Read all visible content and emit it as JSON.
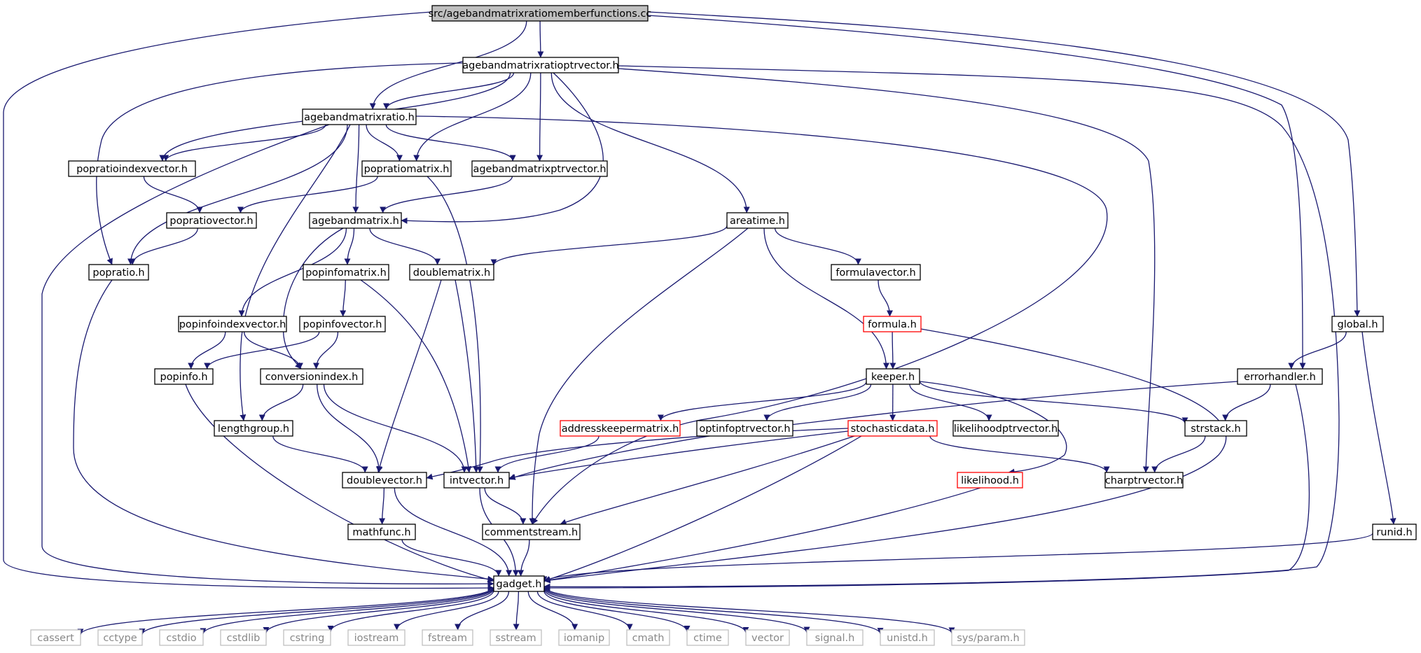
{
  "colors": {
    "edge": "#191970",
    "box_border": "#000000",
    "truncated_border": "#ff0000",
    "external_border": "#bfbfbf",
    "root_fill": "#bfbfbf",
    "node_fill": "#ffffff",
    "text": "#000000",
    "external_text": "#888888"
  },
  "nodes": [
    {
      "id": "root",
      "label": "src/agebandmatrixratiomemberfunctions.cc",
      "kind": "root"
    },
    {
      "id": "agebandmatrixratioptrvector_h",
      "label": "agebandmatrixratioptrvector.h",
      "kind": "normal"
    },
    {
      "id": "agebandmatrixratio_h",
      "label": "agebandmatrixratio.h",
      "kind": "normal"
    },
    {
      "id": "popratioindexvector_h",
      "label": "popratioindexvector.h",
      "kind": "normal"
    },
    {
      "id": "popratiomatrix_h",
      "label": "popratiomatrix.h",
      "kind": "normal"
    },
    {
      "id": "agebandmatrixptrvector_h",
      "label": "agebandmatrixptrvector.h",
      "kind": "normal"
    },
    {
      "id": "popratiovector_h",
      "label": "popratiovector.h",
      "kind": "normal"
    },
    {
      "id": "agebandmatrix_h",
      "label": "agebandmatrix.h",
      "kind": "normal"
    },
    {
      "id": "areatime_h",
      "label": "areatime.h",
      "kind": "normal"
    },
    {
      "id": "popratio_h",
      "label": "popratio.h",
      "kind": "normal"
    },
    {
      "id": "popinfomatrix_h",
      "label": "popinfomatrix.h",
      "kind": "normal"
    },
    {
      "id": "doublematrix_h",
      "label": "doublematrix.h",
      "kind": "normal"
    },
    {
      "id": "formulavector_h",
      "label": "formulavector.h",
      "kind": "normal"
    },
    {
      "id": "popinfoindexvector_h",
      "label": "popinfoindexvector.h",
      "kind": "normal"
    },
    {
      "id": "popinfovector_h",
      "label": "popinfovector.h",
      "kind": "normal"
    },
    {
      "id": "formula_h",
      "label": "formula.h",
      "kind": "truncated"
    },
    {
      "id": "global_h",
      "label": "global.h",
      "kind": "normal"
    },
    {
      "id": "popinfo_h",
      "label": "popinfo.h",
      "kind": "normal"
    },
    {
      "id": "conversionindex_h",
      "label": "conversionindex.h",
      "kind": "normal"
    },
    {
      "id": "keeper_h",
      "label": "keeper.h",
      "kind": "normal"
    },
    {
      "id": "errorhandler_h",
      "label": "errorhandler.h",
      "kind": "normal"
    },
    {
      "id": "lengthgroup_h",
      "label": "lengthgroup.h",
      "kind": "normal"
    },
    {
      "id": "addresskeepermatrix_h",
      "label": "addresskeepermatrix.h",
      "kind": "truncated"
    },
    {
      "id": "optinfoptrvector_h",
      "label": "optinfoptrvector.h",
      "kind": "normal"
    },
    {
      "id": "stochasticdata_h",
      "label": "stochasticdata.h",
      "kind": "truncated"
    },
    {
      "id": "likelihoodptrvector_h",
      "label": "likelihoodptrvector.h",
      "kind": "normal"
    },
    {
      "id": "strstack_h",
      "label": "strstack.h",
      "kind": "normal"
    },
    {
      "id": "doublevector_h",
      "label": "doublevector.h",
      "kind": "normal"
    },
    {
      "id": "intvector_h",
      "label": "intvector.h",
      "kind": "normal"
    },
    {
      "id": "likelihood_h",
      "label": "likelihood.h",
      "kind": "truncated"
    },
    {
      "id": "charptrvector_h",
      "label": "charptrvector.h",
      "kind": "normal"
    },
    {
      "id": "mathfunc_h",
      "label": "mathfunc.h",
      "kind": "normal"
    },
    {
      "id": "commentstream_h",
      "label": "commentstream.h",
      "kind": "normal"
    },
    {
      "id": "runid_h",
      "label": "runid.h",
      "kind": "normal"
    },
    {
      "id": "gadget_h",
      "label": "gadget.h",
      "kind": "normal"
    },
    {
      "id": "cassert",
      "label": "cassert",
      "kind": "external"
    },
    {
      "id": "cctype",
      "label": "cctype",
      "kind": "external"
    },
    {
      "id": "cstdio",
      "label": "cstdio",
      "kind": "external"
    },
    {
      "id": "cstdlib",
      "label": "cstdlib",
      "kind": "external"
    },
    {
      "id": "cstring",
      "label": "cstring",
      "kind": "external"
    },
    {
      "id": "iostream",
      "label": "iostream",
      "kind": "external"
    },
    {
      "id": "fstream",
      "label": "fstream",
      "kind": "external"
    },
    {
      "id": "sstream",
      "label": "sstream",
      "kind": "external"
    },
    {
      "id": "iomanip",
      "label": "iomanip",
      "kind": "external"
    },
    {
      "id": "cmath",
      "label": "cmath",
      "kind": "external"
    },
    {
      "id": "ctime",
      "label": "ctime",
      "kind": "external"
    },
    {
      "id": "vector",
      "label": "vector",
      "kind": "external"
    },
    {
      "id": "signal_h",
      "label": "signal.h",
      "kind": "external"
    },
    {
      "id": "unistd_h",
      "label": "unistd.h",
      "kind": "external"
    },
    {
      "id": "sys_param_h",
      "label": "sys/param.h",
      "kind": "external"
    }
  ],
  "edges": [
    [
      "root",
      "agebandmatrixratioptrvector_h"
    ],
    [
      "root",
      "agebandmatrixratio_h"
    ],
    [
      "root",
      "gadget_h"
    ],
    [
      "root",
      "errorhandler_h"
    ],
    [
      "root",
      "global_h"
    ],
    [
      "agebandmatrixratioptrvector_h",
      "agebandmatrixratio_h"
    ],
    [
      "agebandmatrixratioptrvector_h",
      "popratioindexvector_h"
    ],
    [
      "agebandmatrixratioptrvector_h",
      "popratio_h"
    ],
    [
      "agebandmatrixratioptrvector_h",
      "popratiomatrix_h"
    ],
    [
      "agebandmatrixratioptrvector_h",
      "agebandmatrixptrvector_h"
    ],
    [
      "agebandmatrixratioptrvector_h",
      "agebandmatrix_h"
    ],
    [
      "agebandmatrixratioptrvector_h",
      "areatime_h"
    ],
    [
      "agebandmatrixratioptrvector_h",
      "charptrvector_h"
    ],
    [
      "agebandmatrixratioptrvector_h",
      "gadget_h"
    ],
    [
      "agebandmatrixratio_h",
      "popratioindexvector_h"
    ],
    [
      "agebandmatrixratio_h",
      "popratiomatrix_h"
    ],
    [
      "agebandmatrixratio_h",
      "agebandmatrixptrvector_h"
    ],
    [
      "agebandmatrixratio_h",
      "agebandmatrix_h"
    ],
    [
      "agebandmatrixratio_h",
      "popratio_h"
    ],
    [
      "agebandmatrixratio_h",
      "lengthgroup_h"
    ],
    [
      "agebandmatrixratio_h",
      "gadget_h"
    ],
    [
      "agebandmatrixratio_h",
      "commentstream_h"
    ],
    [
      "popratioindexvector_h",
      "popratiovector_h"
    ],
    [
      "popratiomatrix_h",
      "popratiovector_h"
    ],
    [
      "popratiomatrix_h",
      "intvector_h"
    ],
    [
      "agebandmatrixptrvector_h",
      "agebandmatrix_h"
    ],
    [
      "popratiovector_h",
      "popratio_h"
    ],
    [
      "agebandmatrix_h",
      "popinfomatrix_h"
    ],
    [
      "agebandmatrix_h",
      "doublematrix_h"
    ],
    [
      "agebandmatrix_h",
      "popinfoindexvector_h"
    ],
    [
      "agebandmatrix_h",
      "conversionindex_h"
    ],
    [
      "areatime_h",
      "doublematrix_h"
    ],
    [
      "areatime_h",
      "formulavector_h"
    ],
    [
      "areatime_h",
      "keeper_h"
    ],
    [
      "areatime_h",
      "commentstream_h"
    ],
    [
      "popratio_h",
      "gadget_h"
    ],
    [
      "popinfomatrix_h",
      "popinfovector_h"
    ],
    [
      "popinfomatrix_h",
      "intvector_h"
    ],
    [
      "doublematrix_h",
      "doublevector_h"
    ],
    [
      "doublematrix_h",
      "intvector_h"
    ],
    [
      "formulavector_h",
      "formula_h"
    ],
    [
      "popinfoindexvector_h",
      "popinfo_h"
    ],
    [
      "popinfoindexvector_h",
      "conversionindex_h"
    ],
    [
      "popinfovector_h",
      "popinfo_h"
    ],
    [
      "popinfovector_h",
      "conversionindex_h"
    ],
    [
      "formula_h",
      "keeper_h"
    ],
    [
      "formula_h",
      "gadget_h"
    ],
    [
      "global_h",
      "errorhandler_h"
    ],
    [
      "global_h",
      "runid_h"
    ],
    [
      "popinfo_h",
      "gadget_h"
    ],
    [
      "conversionindex_h",
      "lengthgroup_h"
    ],
    [
      "conversionindex_h",
      "doublevector_h"
    ],
    [
      "conversionindex_h",
      "intvector_h"
    ],
    [
      "keeper_h",
      "addresskeepermatrix_h"
    ],
    [
      "keeper_h",
      "optinfoptrvector_h"
    ],
    [
      "keeper_h",
      "stochasticdata_h"
    ],
    [
      "keeper_h",
      "likelihoodptrvector_h"
    ],
    [
      "keeper_h",
      "strstack_h"
    ],
    [
      "keeper_h",
      "likelihood_h"
    ],
    [
      "errorhandler_h",
      "strstack_h"
    ],
    [
      "errorhandler_h",
      "intvector_h"
    ],
    [
      "errorhandler_h",
      "gadget_h"
    ],
    [
      "lengthgroup_h",
      "doublevector_h"
    ],
    [
      "addresskeepermatrix_h",
      "intvector_h"
    ],
    [
      "stochasticdata_h",
      "doublevector_h"
    ],
    [
      "stochasticdata_h",
      "intvector_h"
    ],
    [
      "stochasticdata_h",
      "charptrvector_h"
    ],
    [
      "stochasticdata_h",
      "commentstream_h"
    ],
    [
      "stochasticdata_h",
      "gadget_h"
    ],
    [
      "strstack_h",
      "charptrvector_h"
    ],
    [
      "doublevector_h",
      "mathfunc_h"
    ],
    [
      "doublevector_h",
      "gadget_h"
    ],
    [
      "intvector_h",
      "commentstream_h"
    ],
    [
      "intvector_h",
      "gadget_h"
    ],
    [
      "likelihood_h",
      "gadget_h"
    ],
    [
      "mathfunc_h",
      "gadget_h"
    ],
    [
      "commentstream_h",
      "gadget_h"
    ],
    [
      "runid_h",
      "gadget_h"
    ],
    [
      "gadget_h",
      "cassert"
    ],
    [
      "gadget_h",
      "cctype"
    ],
    [
      "gadget_h",
      "cstdio"
    ],
    [
      "gadget_h",
      "cstdlib"
    ],
    [
      "gadget_h",
      "cstring"
    ],
    [
      "gadget_h",
      "iostream"
    ],
    [
      "gadget_h",
      "fstream"
    ],
    [
      "gadget_h",
      "sstream"
    ],
    [
      "gadget_h",
      "iomanip"
    ],
    [
      "gadget_h",
      "cmath"
    ],
    [
      "gadget_h",
      "ctime"
    ],
    [
      "gadget_h",
      "vector"
    ],
    [
      "gadget_h",
      "signal_h"
    ],
    [
      "gadget_h",
      "unistd_h"
    ],
    [
      "gadget_h",
      "sys_param_h"
    ]
  ]
}
